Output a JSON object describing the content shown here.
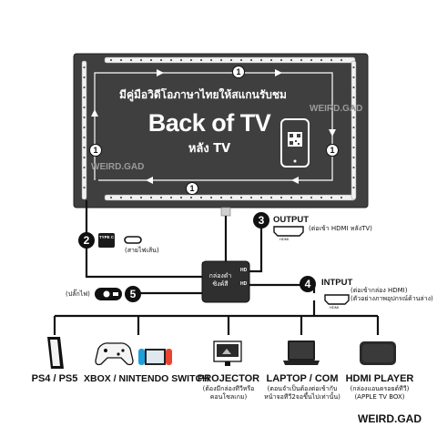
{
  "tv": {
    "thai_title": "มีคู่มือวิดีโอภาษาไทยให้สแกนรับชม",
    "title": "Back of TV",
    "subtitle": "หลัง TV",
    "watermark": "WEIRD.GAD",
    "led_step_label": "1"
  },
  "connectors": {
    "step2": {
      "number": "2",
      "plug": "TYPE C",
      "note": "(สายไฟเส้น)"
    },
    "step3": {
      "number": "3",
      "title": "OUTPUT",
      "note": "(ต่อเข้า HDMI หลังTV)",
      "port": "HDMI"
    },
    "step4": {
      "number": "4",
      "title": "INTPUT",
      "note1": "(ต่อเข้ากล่อง HDMI)",
      "note2": "(ตัวอย่างภาพอุปกรณ์ด้านล่าง)",
      "port": "HDMI"
    },
    "step5": {
      "number": "5",
      "note": "(ปลั๊กไฟ)"
    }
  },
  "sync_box": {
    "line1": "กล่องดำ",
    "line2": "ซิงค์สี",
    "port_out": "HD",
    "port_in": "HD"
  },
  "devices": [
    {
      "name": "PS4 / PS5",
      "note": ""
    },
    {
      "name": "XBOX / NINTENDO SWITCH",
      "note": ""
    },
    {
      "name": "PROJECTOR",
      "note": "(ต้องมีกล่องทีวีหรือ\nคอนโซลเกม)"
    },
    {
      "name": "LAPTOP / COM",
      "note": "(ตอนจำเป็นต้องต่อเข้ากับ\nหน้าจอทีวี2จอขึ้นไปเท่านั้น)"
    },
    {
      "name": "HDMI PLAYER",
      "note": "(กล่องแอนดรอยด์ทีวี)\n(APPLE TV BOX)"
    }
  ],
  "footer": {
    "brand": "WEIRD.GAD"
  },
  "colors": {
    "tv_panel": "#3f3f3f",
    "accent": "#111111",
    "led": "#e8e8e8"
  },
  "icons": [
    "qr-phone-icon",
    "usb-c-plug-icon",
    "hdmi-port-icon",
    "power-plug-icon",
    "playstation-icon",
    "controller-switch-icon",
    "projector-icon",
    "laptop-icon",
    "media-box-icon"
  ]
}
